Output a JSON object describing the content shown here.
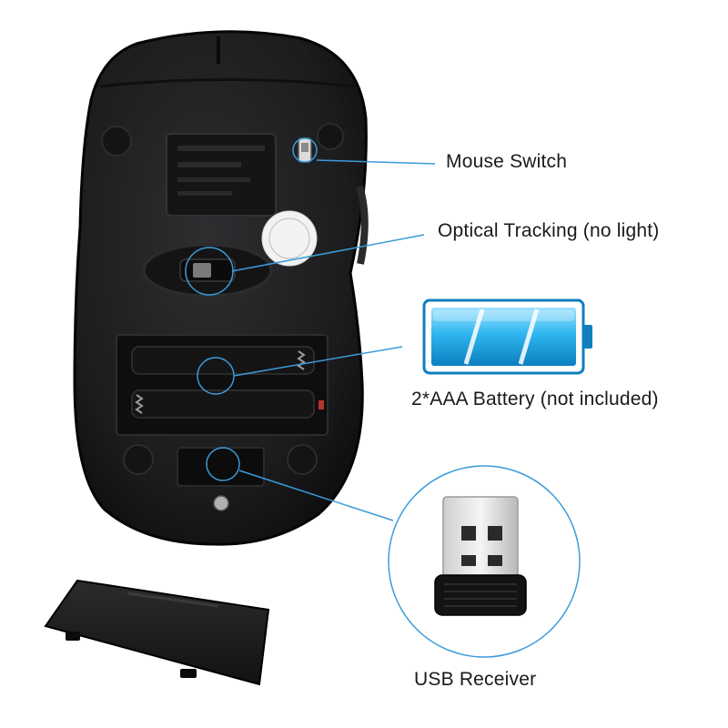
{
  "labels": {
    "mouse_switch": "Mouse Switch",
    "optical_tracking": "Optical Tracking (no light)",
    "battery": "2*AAA Battery (not included)",
    "usb_receiver": "USB Receiver"
  },
  "battery_icon": {
    "level_fraction": 1.0,
    "color": "#1fa9e6"
  },
  "colors": {
    "callout_line": "#3b9bd9",
    "mouse_body": "#1b1b1d",
    "background": "#ffffff"
  }
}
